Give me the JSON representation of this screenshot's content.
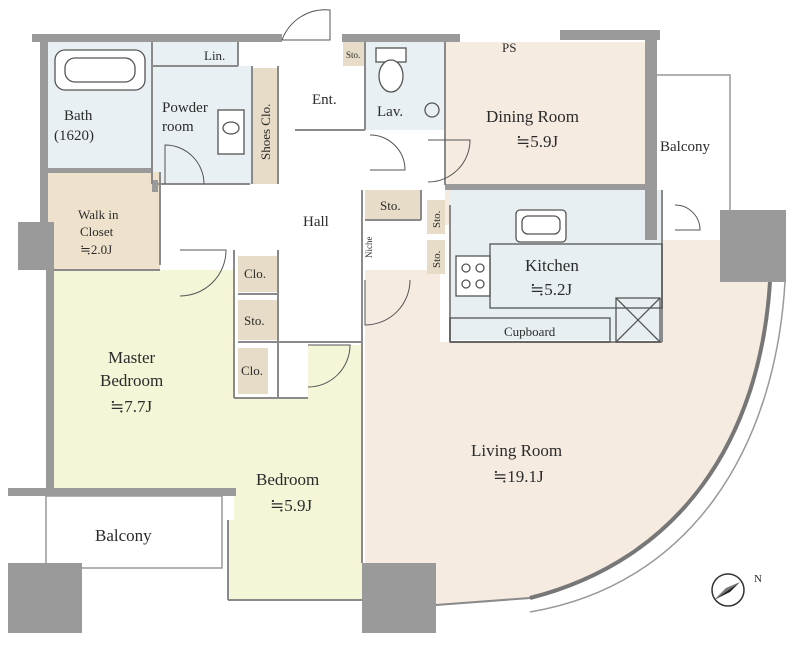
{
  "rooms": {
    "bath": {
      "name": "Bath",
      "size": "(1620)"
    },
    "linen": "Lin.",
    "powder": {
      "line1": "Powder",
      "line2": "room"
    },
    "shoes": "Shoes Clo.",
    "entrance": "Ent.",
    "storage_small": "Sto.",
    "lavatory": "Lav.",
    "ps": "PS",
    "dining": {
      "name": "Dining Room",
      "size": "≒5.9J"
    },
    "balcony_east": "Balcony",
    "walkin": {
      "line1": "Walk in",
      "line2": "Closet",
      "size": "≒2.0J"
    },
    "hall": "Hall",
    "storage_hall": "Sto.",
    "niche": "Niche",
    "storage_v1": "Sto.",
    "storage_v2": "Sto.",
    "kitchen": {
      "name": "Kitchen",
      "size": "≒5.2J"
    },
    "cupboard": "Cupboard",
    "closet1": "Clo.",
    "storage_bed": "Sto.",
    "closet2": "Clo.",
    "master": {
      "line1": "Master",
      "line2": "Bedroom",
      "size": "≒7.7J"
    },
    "living": {
      "name": "Living Room",
      "size": "≒19.1J"
    },
    "bedroom": {
      "name": "Bedroom",
      "size": "≒5.9J"
    },
    "balcony_west": "Balcony",
    "north": "N"
  },
  "colors": {
    "wall": "#9a9a9a",
    "bath_blue": "#e9f0f4",
    "dining_pink": "#f5ebe0",
    "master_yellow": "#f5f5d8",
    "walkin_tan": "#eee2cc",
    "closet_tan": "#e6dcc7",
    "kitchen_blue": "#e7eff2"
  }
}
